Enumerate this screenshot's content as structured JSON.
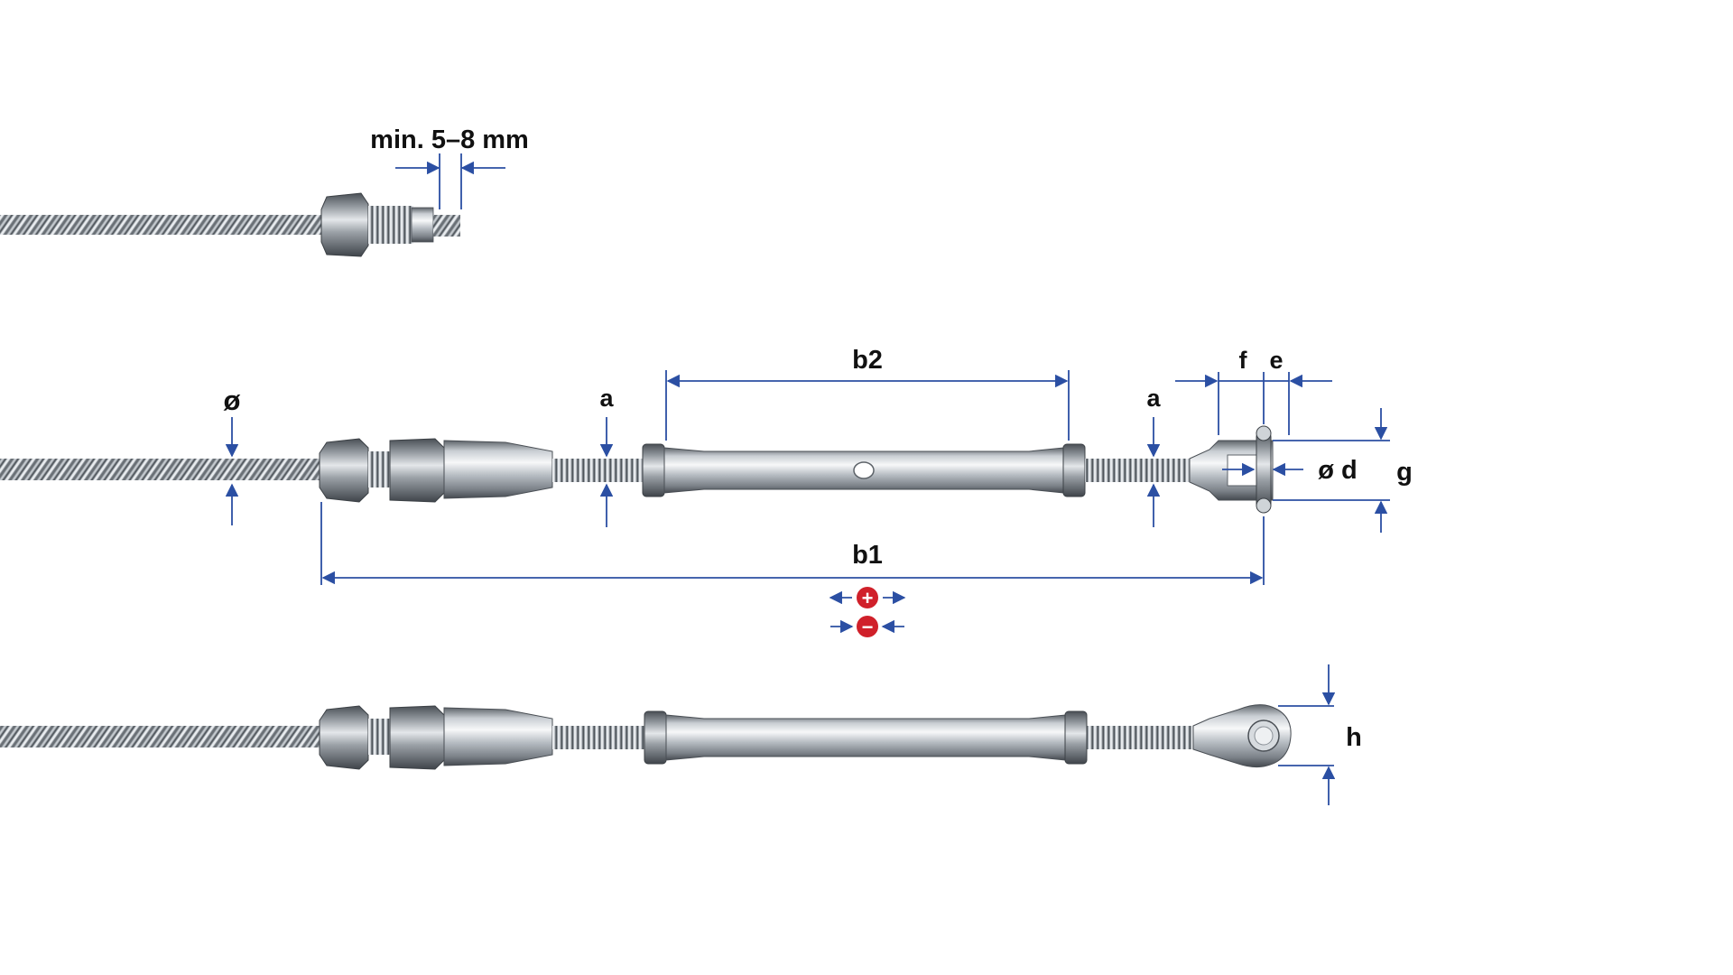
{
  "labels": {
    "swage_length": "min. 5–8 mm",
    "diameter": "ø",
    "thread_left": "a",
    "thread_right": "a",
    "body_length": "b2",
    "overall_length": "b1",
    "fork_f": "f",
    "fork_e": "e",
    "pin_diameter": "ø d",
    "fork_g": "g",
    "eye_h": "h"
  },
  "symbols": {
    "tighten": "+",
    "loosen": "−"
  },
  "colors": {
    "dimension_lines": "#2b4fa3",
    "label_text": "#111111",
    "symbol_red": "#d0202a",
    "steel_light": "#e9ecef",
    "steel_dark": "#6f757b",
    "cable": "#8a8f95"
  },
  "icons": [
    "wire-rope-cable",
    "swage-fitting-hex",
    "turnbuckle-body",
    "fork-terminal",
    "eye-terminal",
    "plus-circle-icon",
    "minus-circle-icon"
  ]
}
